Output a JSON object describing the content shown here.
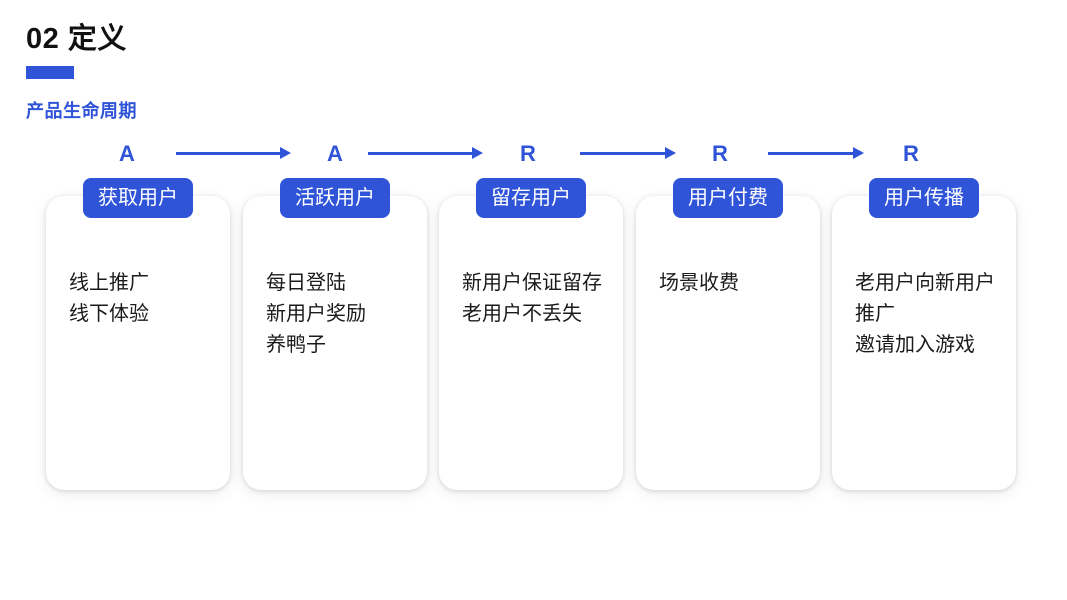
{
  "header": {
    "title": "02 定义",
    "section_label": "产品生命周期",
    "accent_color": "#2f54d8",
    "title_color": "#111111",
    "background_color": "#ffffff"
  },
  "flow": {
    "stage_letters": [
      "A",
      "A",
      "R",
      "R",
      "R"
    ],
    "arrow_count": 4,
    "arrow_color": "#2f54d8",
    "stages": [
      {
        "letter": "A",
        "badge": "获取用户",
        "body": "线上推广\n线下体验"
      },
      {
        "letter": "A",
        "badge": "活跃用户",
        "body": "每日登陆\n新用户奖励\n养鸭子"
      },
      {
        "letter": "R",
        "badge": "留存用户",
        "body": "新用户保证留存\n老用户不丢失"
      },
      {
        "letter": "R",
        "badge": "用户付费",
        "body": "场景收费"
      },
      {
        "letter": "R",
        "badge": "用户传播",
        "body": "老用户向新用户推广\n邀请加入游戏"
      }
    ]
  }
}
